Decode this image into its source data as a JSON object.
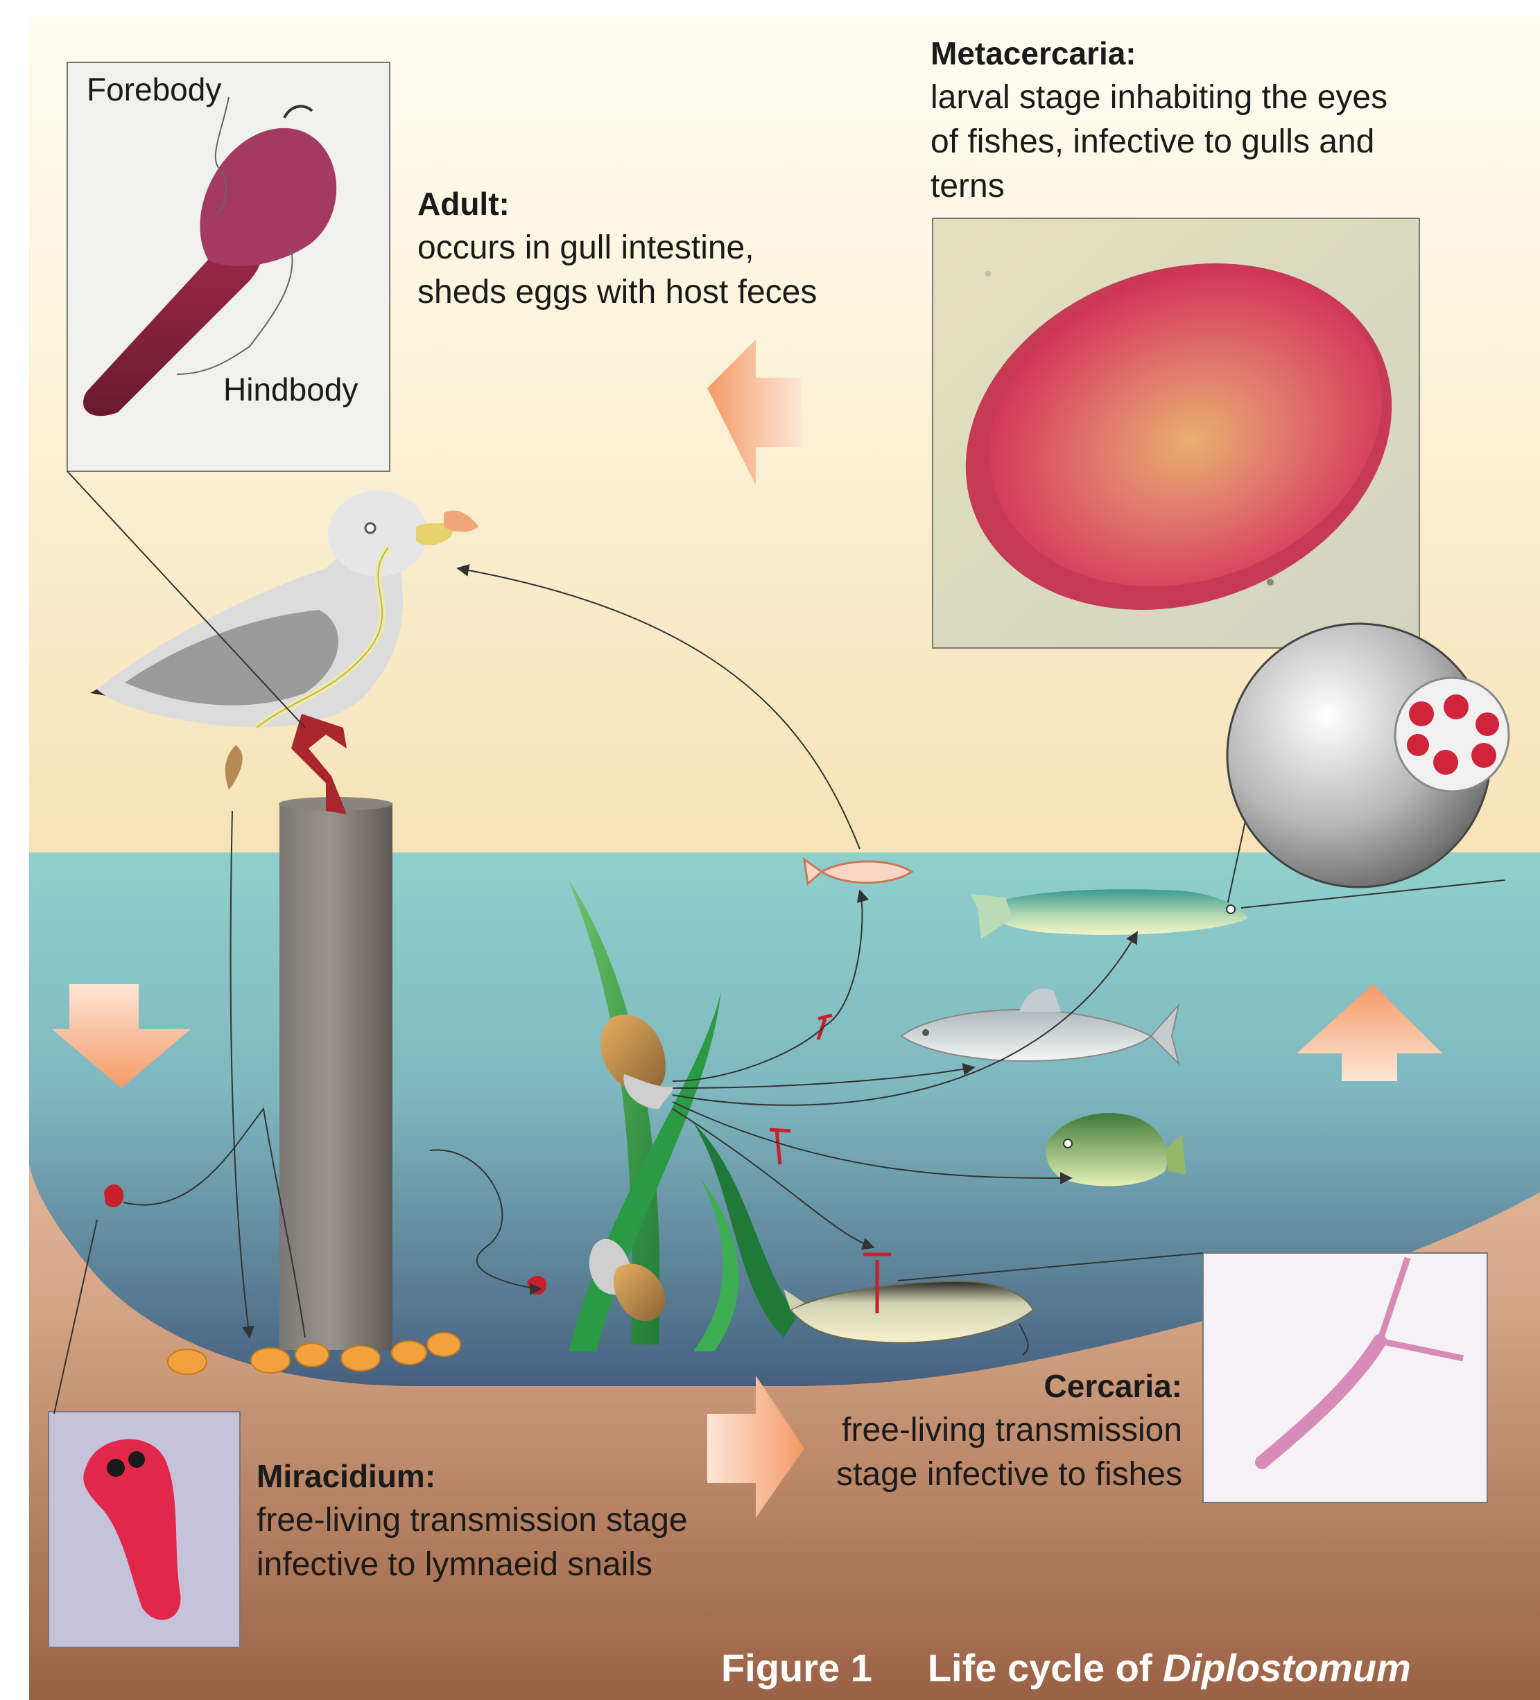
{
  "stages": {
    "metacercaria": {
      "title": "Metacercaria:",
      "description": [
        "larval stage inhabiting the eyes",
        "of fishes, infective to gulls and",
        "terns"
      ]
    },
    "adult": {
      "title": "Adult:",
      "description": [
        "occurs in gull intestine,",
        "sheds eggs with host feces"
      ]
    },
    "cercaria": {
      "title": "Cercaria:",
      "description": [
        "free-living transmission",
        "stage infective to fishes"
      ]
    },
    "miracidium": {
      "title": "Miracidium:",
      "description": [
        "free-living transmission stage",
        "infective to lymnaeid snails"
      ]
    }
  },
  "adult_photo": {
    "forebody_label": "Forebody",
    "hindbody_label": "Hindbody"
  },
  "caption": {
    "figure_label": "Figure 1",
    "text_prefix": "Life cycle of ",
    "genus": "Diplostomum"
  },
  "colors": {
    "sky_top": "#fdfbe8",
    "sky_bottom": "#f6e3b8",
    "water_top": "#8fd0cc",
    "water_bottom": "#4f6e8c",
    "sediment_top": "#efcfb0",
    "sediment_bottom": "#a86d4e",
    "arrow": "#f4a072",
    "parasite_red": "#c8202a",
    "egg_orange": "#f2a23a"
  }
}
